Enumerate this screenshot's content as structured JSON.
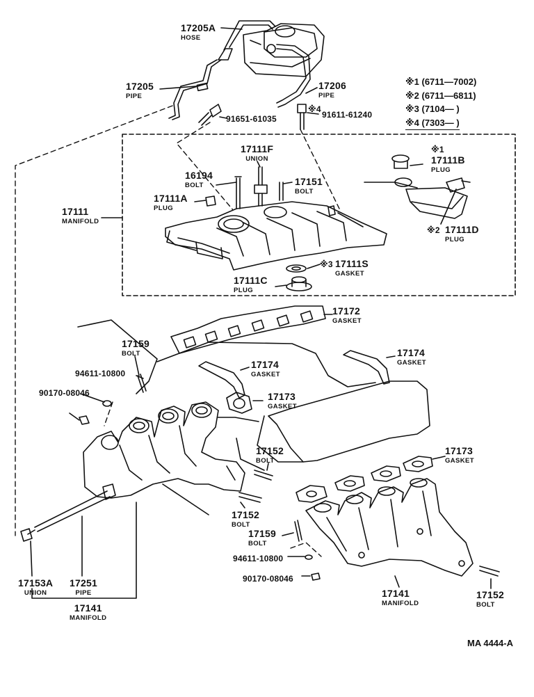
{
  "labels": {
    "hose_17205A": {
      "num": "17205A",
      "name": "HOSE"
    },
    "pipe_17205": {
      "num": "17205",
      "name": "PIPE"
    },
    "pipe_17206": {
      "num": "17206",
      "name": "PIPE"
    },
    "part_91651": {
      "num": "91651-61035"
    },
    "part_91611": {
      "num": "91611-61240",
      "mark": "※4"
    },
    "union_17111F": {
      "num": "17111F",
      "name": "UNION"
    },
    "bolt_16194": {
      "num": "16194",
      "name": "BOLT"
    },
    "bolt_17151": {
      "num": "17151",
      "name": "BOLT"
    },
    "plug_17111A": {
      "num": "17111A",
      "name": "PLUG"
    },
    "manifold_17111": {
      "num": "17111",
      "name": "MANIFOLD"
    },
    "plug_17111B": {
      "num": "17111B",
      "name": "PLUG",
      "mark": "※1"
    },
    "plug_17111D": {
      "num": "17111D",
      "name": "PLUG",
      "mark": "※2"
    },
    "gasket_17111S": {
      "num": "17111S",
      "name": "GASKET",
      "mark": "※3"
    },
    "plug_17111C": {
      "num": "17111C",
      "name": "PLUG"
    },
    "gasket_17172": {
      "num": "17172",
      "name": "GASKET"
    },
    "bolt_17159_a": {
      "num": "17159",
      "name": "BOLT"
    },
    "part_94611_a": {
      "num": "94611-10800"
    },
    "part_90170_a": {
      "num": "90170-08046"
    },
    "gasket_17174_a": {
      "num": "17174",
      "name": "GASKET"
    },
    "gasket_17174_b": {
      "num": "17174",
      "name": "GASKET"
    },
    "gasket_17173_a": {
      "num": "17173",
      "name": "GASKET"
    },
    "bolt_17152_a": {
      "num": "17152",
      "name": "BOLT"
    },
    "gasket_17173_b": {
      "num": "17173",
      "name": "GASKET"
    },
    "bolt_17152_b": {
      "num": "17152",
      "name": "BOLT"
    },
    "bolt_17159_b": {
      "num": "17159",
      "name": "BOLT"
    },
    "part_94611_b": {
      "num": "94611-10800"
    },
    "part_90170_b": {
      "num": "90170-08046"
    },
    "union_17153A": {
      "num": "17153A",
      "name": "UNION"
    },
    "pipe_17251": {
      "num": "17251",
      "name": "PIPE"
    },
    "manifold_17141_a": {
      "num": "17141",
      "name": "MANIFOLD"
    },
    "manifold_17141_b": {
      "num": "17141",
      "name": "MANIFOLD"
    },
    "bolt_17152_c": {
      "num": "17152",
      "name": "BOLT"
    }
  },
  "legend": [
    {
      "mark": "※1",
      "text": "(6711—7002)"
    },
    {
      "mark": "※2",
      "text": "(6711—6811)"
    },
    {
      "mark": "※3",
      "text": "(7104—        )"
    },
    {
      "mark": "※4",
      "text": "(7303—        )"
    }
  ],
  "ref_code": "MA 4444-A"
}
